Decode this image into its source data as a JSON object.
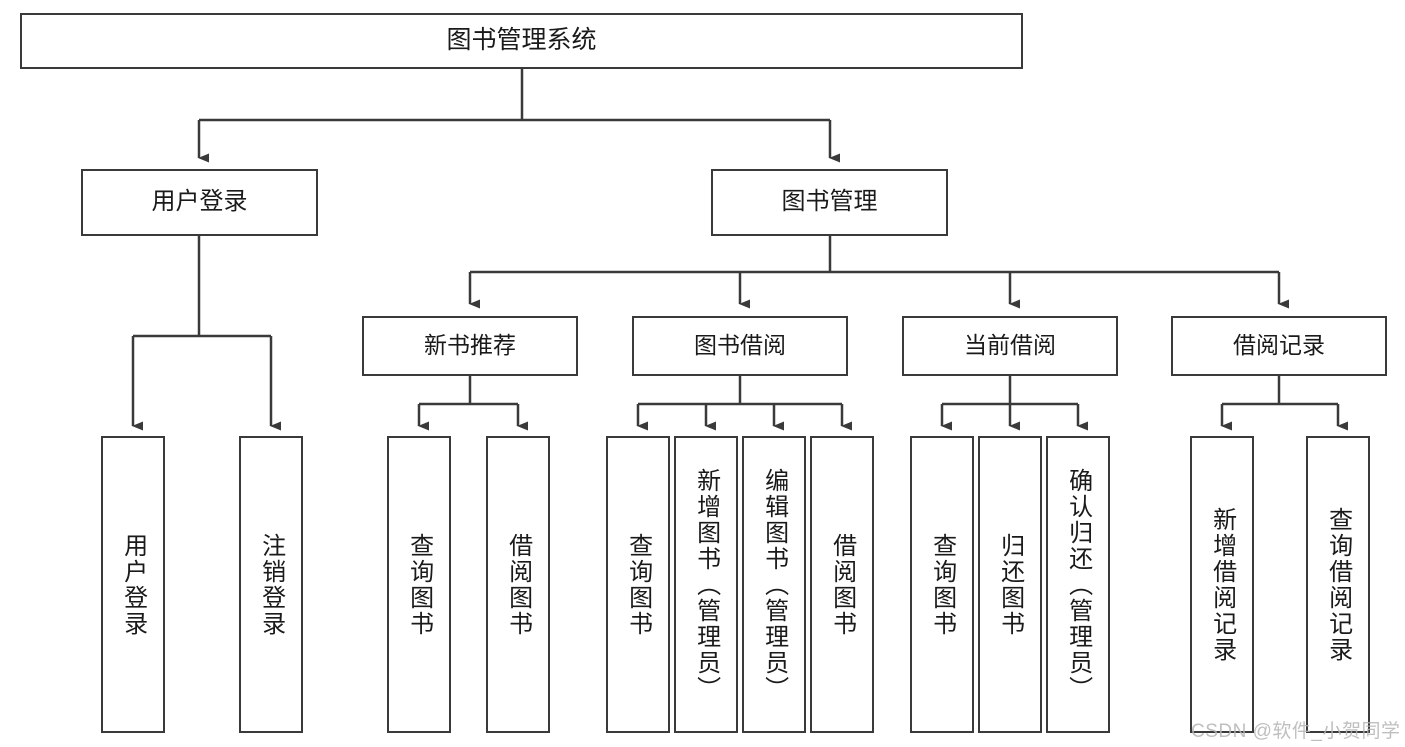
{
  "diagram": {
    "title": "图书管理系统",
    "type": "hierarchy-tree",
    "watermark": "CSDN @软件_小贺同学",
    "colors": {
      "box_border": "#3a3a3a",
      "connector": "#3a3a3a",
      "text": "#1a1a1a",
      "background": "#ffffff",
      "watermark": "#b4b4b4"
    },
    "root": {
      "id": "root",
      "label": "图书管理系统",
      "level": 0
    },
    "level1": [
      {
        "id": "user-login",
        "label": "用户登录",
        "level": 1
      },
      {
        "id": "book-manage",
        "label": "图书管理",
        "level": 1
      }
    ],
    "level2": [
      {
        "id": "new-book-recommend",
        "label": "新书推荐",
        "level": 2,
        "parent": "book-manage"
      },
      {
        "id": "book-borrow",
        "label": "图书借阅",
        "level": 2,
        "parent": "book-manage"
      },
      {
        "id": "current-borrow",
        "label": "当前借阅",
        "level": 2,
        "parent": "book-manage"
      },
      {
        "id": "borrow-record",
        "label": "借阅记录",
        "level": 2,
        "parent": "book-manage"
      }
    ],
    "leaves": [
      {
        "id": "leaf-user-login",
        "label": "用户登录",
        "parent": "user-login"
      },
      {
        "id": "leaf-logout",
        "label": "注销登录",
        "parent": "user-login"
      },
      {
        "id": "leaf-query-book-1",
        "label": "查询图书",
        "parent": "new-book-recommend"
      },
      {
        "id": "leaf-borrow-book-1",
        "label": "借阅图书",
        "parent": "new-book-recommend"
      },
      {
        "id": "leaf-query-book-2",
        "label": "查询图书",
        "parent": "book-borrow"
      },
      {
        "id": "leaf-add-book",
        "label": "新增图书（管理员）",
        "parent": "book-borrow"
      },
      {
        "id": "leaf-edit-book",
        "label": "编辑图书（管理员）",
        "parent": "book-borrow"
      },
      {
        "id": "leaf-borrow-book-2",
        "label": "借阅图书",
        "parent": "book-borrow"
      },
      {
        "id": "leaf-query-book-3",
        "label": "查询图书",
        "parent": "current-borrow"
      },
      {
        "id": "leaf-return-book",
        "label": "归还图书",
        "parent": "current-borrow"
      },
      {
        "id": "leaf-confirm-return",
        "label": "确认归还（管理员）",
        "parent": "current-borrow"
      },
      {
        "id": "leaf-add-record",
        "label": "新增借阅记录",
        "parent": "borrow-record"
      },
      {
        "id": "leaf-query-record",
        "label": "查询借阅记录",
        "parent": "borrow-record"
      }
    ]
  }
}
